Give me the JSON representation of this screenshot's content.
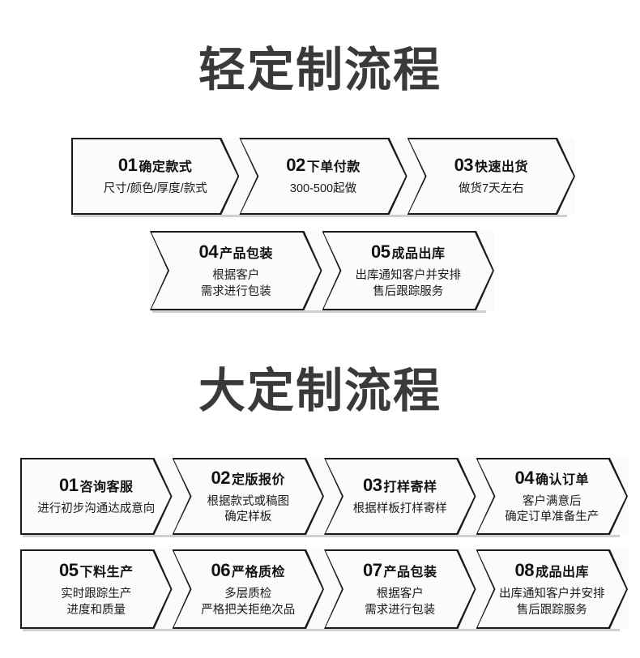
{
  "light_flow": {
    "title": "轻定制流程",
    "rows": [
      {
        "steps": [
          {
            "num": "01",
            "title": "确定款式",
            "desc_line1": "尺寸/颜色/厚度/款式",
            "desc_line2": ""
          },
          {
            "num": "02",
            "title": "下单付款",
            "desc_line1": "300-500起做",
            "desc_line2": ""
          },
          {
            "num": "03",
            "title": "快速出货",
            "desc_line1": "做货7天左右",
            "desc_line2": ""
          }
        ]
      },
      {
        "steps": [
          {
            "num": "04",
            "title": "产品包装",
            "desc_line1": "根据客户",
            "desc_line2": "需求进行包装"
          },
          {
            "num": "05",
            "title": "成品出库",
            "desc_line1": "出库通知客户并安排",
            "desc_line2": "售后跟踪服务"
          }
        ]
      }
    ]
  },
  "big_flow": {
    "title": "大定制流程",
    "rows": [
      {
        "steps": [
          {
            "num": "01",
            "title": "咨询客服",
            "desc_line1": "进行初步沟通达成意向",
            "desc_line2": ""
          },
          {
            "num": "02",
            "title": "定版报价",
            "desc_line1": "根据款式或稿图",
            "desc_line2": "确定样板"
          },
          {
            "num": "03",
            "title": "打样寄样",
            "desc_line1": "根据样板打样寄样",
            "desc_line2": ""
          },
          {
            "num": "04",
            "title": "确认订单",
            "desc_line1": "客户满意后",
            "desc_line2": "确定订单准备生产"
          }
        ]
      },
      {
        "steps": [
          {
            "num": "05",
            "title": "下料生产",
            "desc_line1": "实时跟踪生产",
            "desc_line2": "进度和质量"
          },
          {
            "num": "06",
            "title": "严格质检",
            "desc_line1": "多层质检",
            "desc_line2": "严格把关拒绝次品"
          },
          {
            "num": "07",
            "title": "产品包装",
            "desc_line1": "根据客户",
            "desc_line2": "需求进行包装"
          },
          {
            "num": "08",
            "title": "成品出库",
            "desc_line1": "出库通知客户并安排",
            "desc_line2": "售后跟踪服务"
          }
        ]
      }
    ]
  },
  "colors": {
    "title": "#3a3a3a",
    "outline": "#1a1a1a",
    "panel_bg": "#fbfbfb",
    "text": "#111111",
    "shadow": "#cfcfcf"
  }
}
